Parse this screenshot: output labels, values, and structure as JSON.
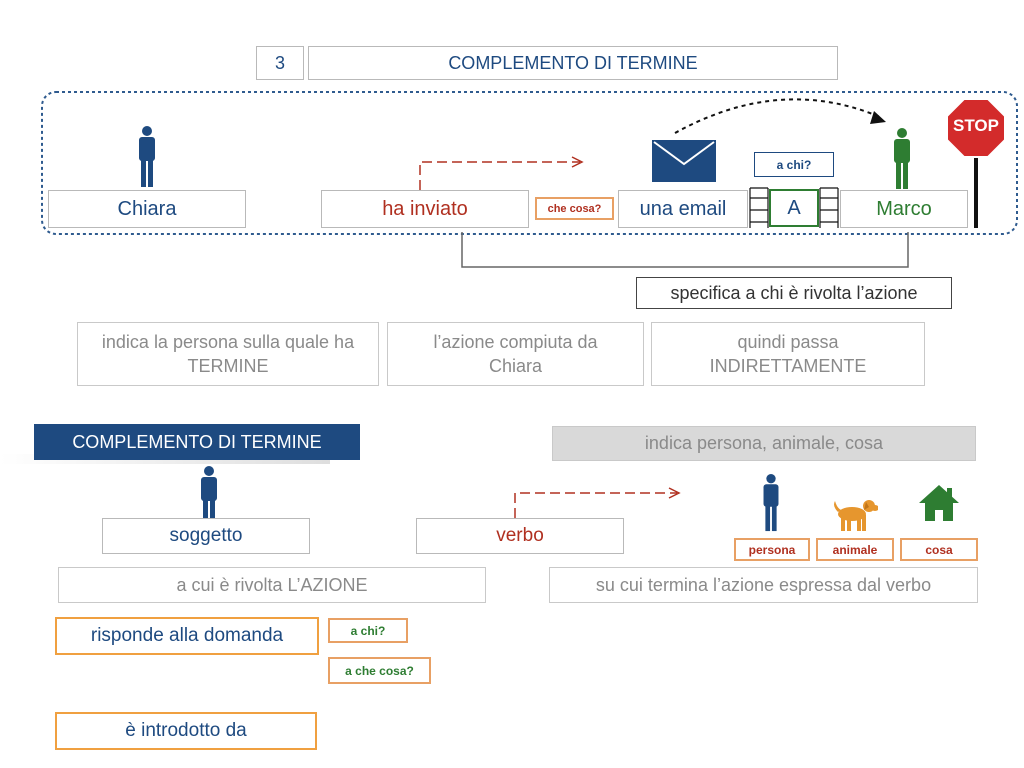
{
  "header": {
    "number": "3",
    "title": "COMPLEMENTO DI TERMINE"
  },
  "sentence": {
    "subject": "Chiara",
    "verb": "ha inviato",
    "question_what": "che cosa?",
    "object": "una email",
    "question_who": "a chi?",
    "preposition": "A",
    "indirect": "Marco",
    "stop_sign": "STOP"
  },
  "explain": {
    "specifica": "specifica a chi è rivolta l’azione",
    "box1": "indica la persona sulla quale ha TERMINE",
    "box2": "l’azione compiuta da Chiara",
    "box3": "quindi passa INDIRETTAMENTE"
  },
  "section": {
    "title": "COMPLEMENTO DI TERMINE",
    "indica": "indica persona, animale, cosa",
    "soggetto": "soggetto",
    "verbo": "verbo",
    "persona": "persona",
    "animale": "animale",
    "cosa": "cosa",
    "rivolta": "a cui è rivolta L’AZIONE",
    "termina": "su cui termina l’azione espressa dal verbo",
    "risponde": "risponde alla domanda",
    "a_chi": "a chi?",
    "a_che_cosa": "a che cosa?",
    "introdotto": "è introdotto da"
  },
  "icons": [
    "person-icon",
    "envelope-icon",
    "stop-sign-icon",
    "dog-icon",
    "house-icon",
    "arrow-icon"
  ],
  "colors": {
    "navy": "#1e4a80",
    "red": "#b03020",
    "green": "#2e7d32",
    "orange": "#e8a064",
    "dotted": "#2f5b8f"
  }
}
